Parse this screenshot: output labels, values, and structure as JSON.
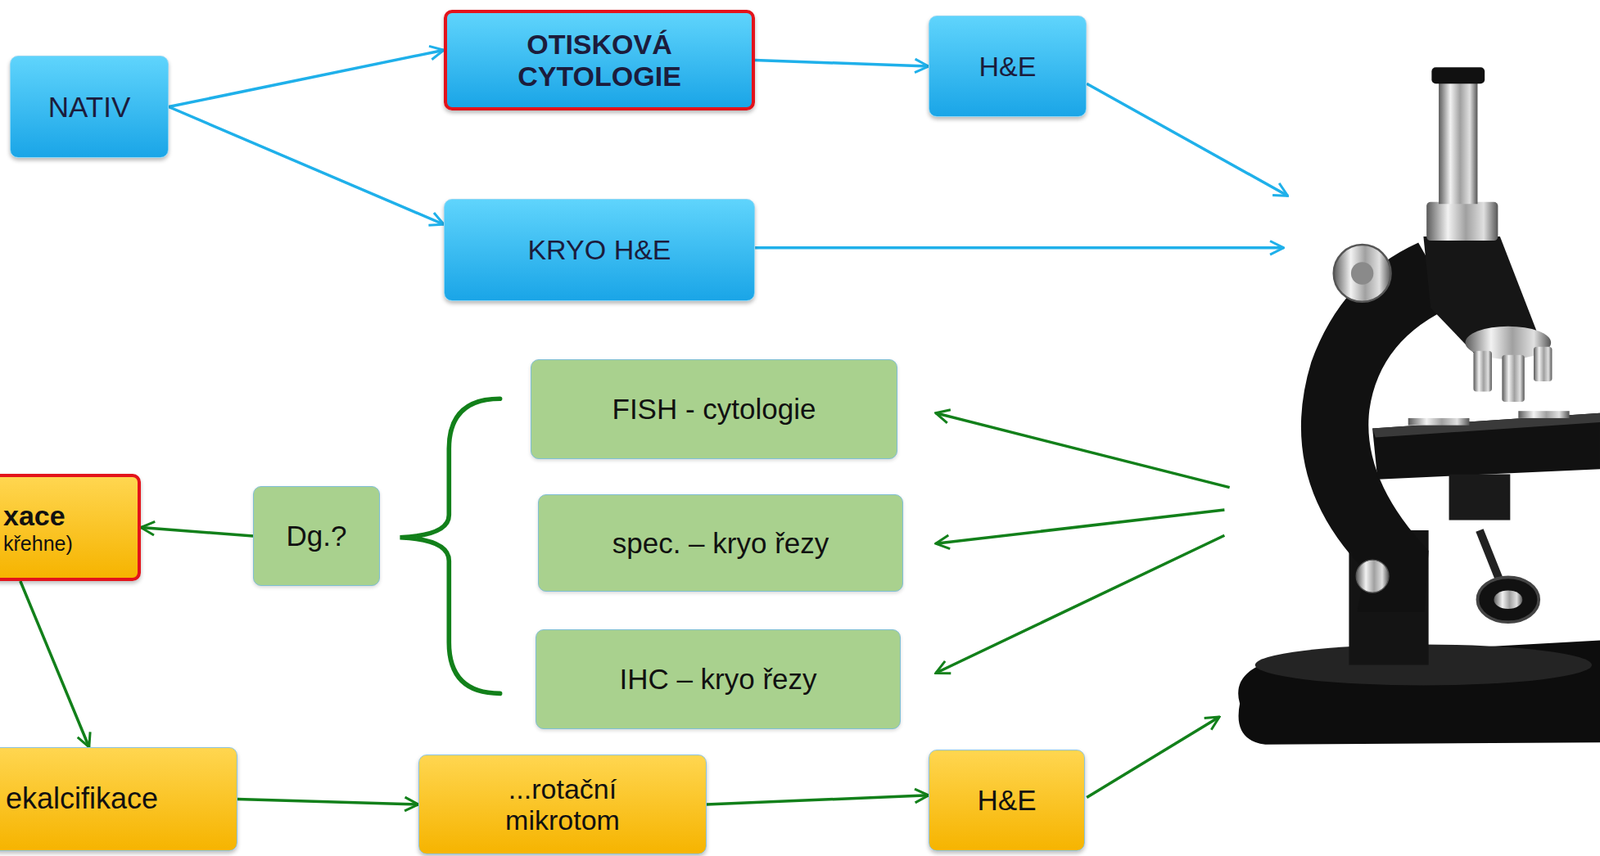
{
  "diagram": {
    "nodes": [
      {
        "text": [
          "NATIV"
        ]
      },
      {
        "text": [
          "OTISKOVÁ CYTOLOGIE"
        ]
      },
      {
        "text": [
          "H&E"
        ]
      },
      {
        "text": [
          "KRYO H&E"
        ]
      },
      {
        "text": [
          "FISH - cytologie"
        ]
      },
      {
        "text": [
          "xace",
          "křehne)"
        ]
      },
      {
        "text": [
          "Dg.?"
        ]
      },
      {
        "text": [
          "spec. – kryo řezy"
        ]
      },
      {
        "text": [
          "IHC – kryo řezy"
        ]
      },
      {
        "text": [
          "ekalcifikace"
        ]
      },
      {
        "text": [
          "...rotační mikrotom"
        ]
      },
      {
        "text": [
          "H&E"
        ]
      }
    ],
    "edges": [
      {
        "from": 0,
        "to": 1,
        "arrow": "to"
      },
      {
        "from": 0,
        "to": 3,
        "arrow": "to"
      },
      {
        "from": 1,
        "to": 2,
        "arrow": "to"
      },
      {
        "from": 6,
        "to": 5,
        "arrow": "to"
      },
      {
        "from": 5,
        "to": 9,
        "arrow": "to"
      },
      {
        "from": 9,
        "to": 10,
        "arrow": "to"
      },
      {
        "from": 10,
        "to": 11,
        "arrow": "to"
      }
    ]
  }
}
